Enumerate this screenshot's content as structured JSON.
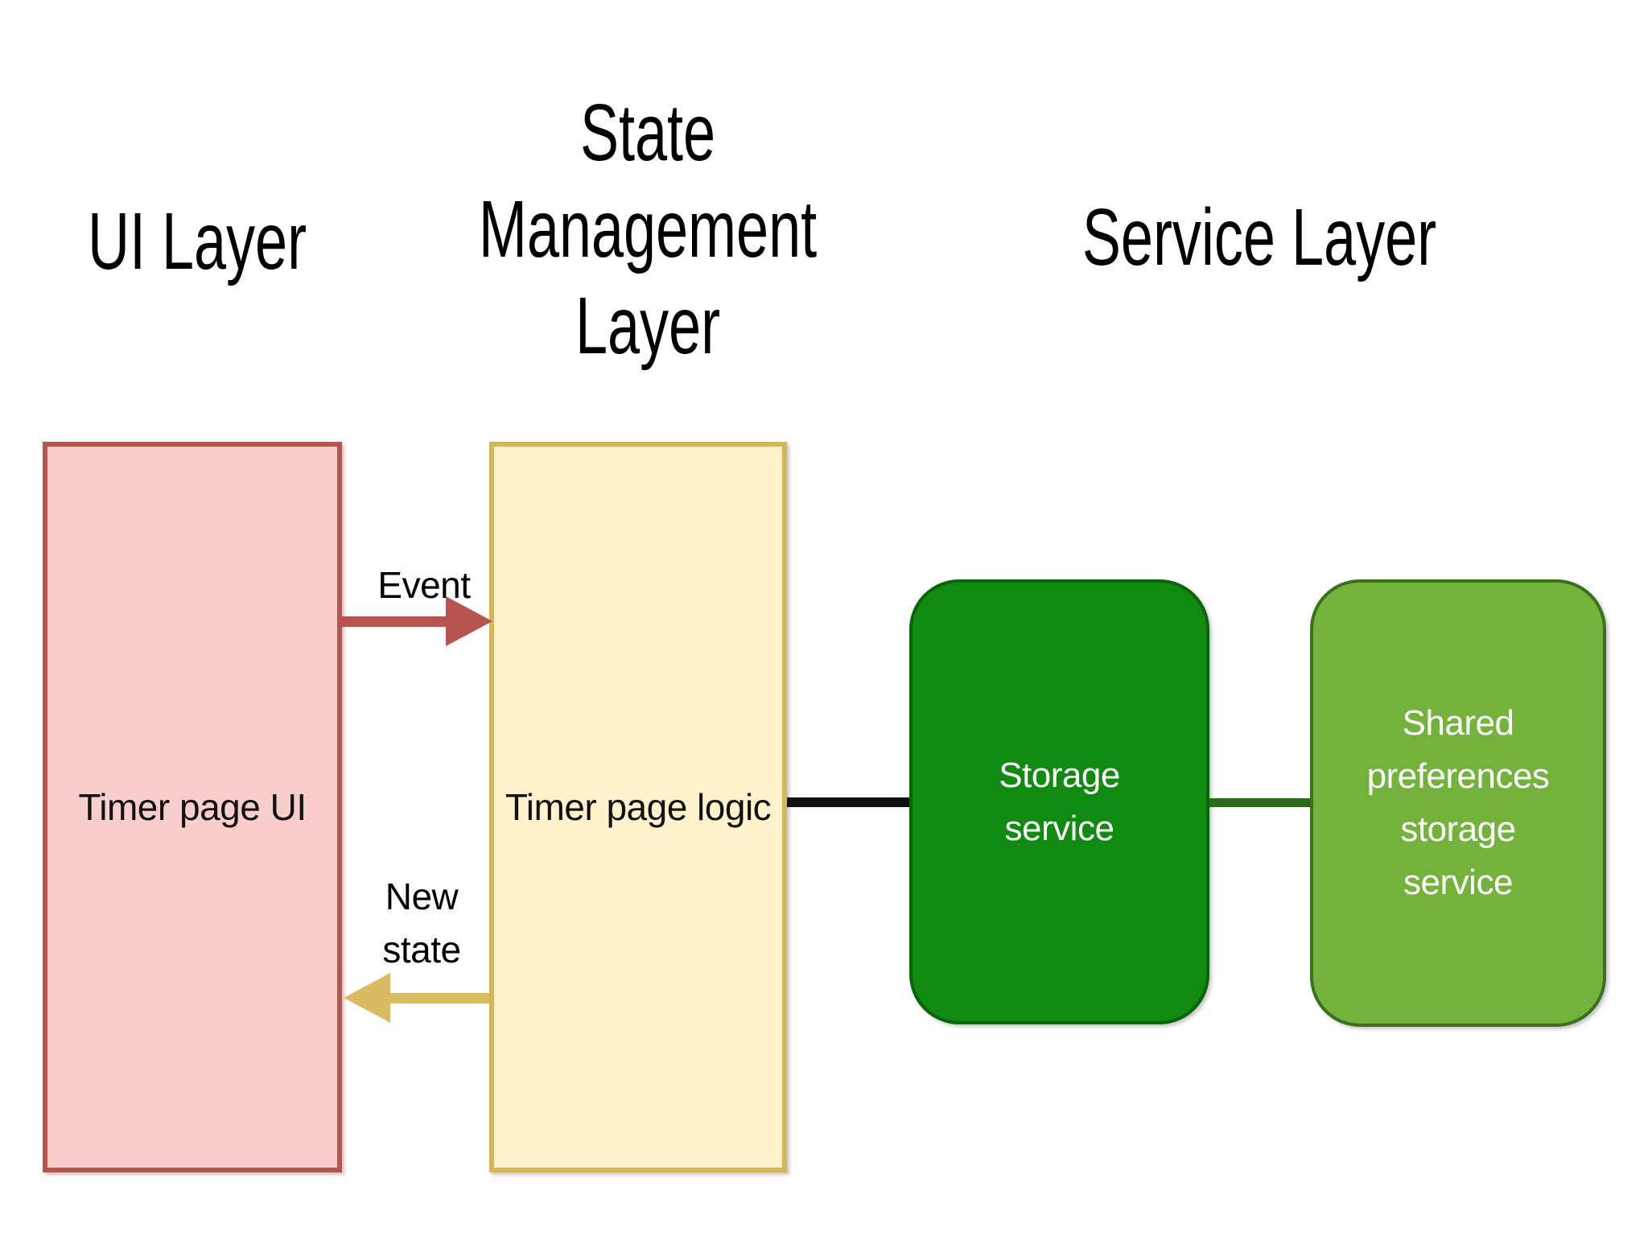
{
  "headers": {
    "ui_layer": "UI Layer",
    "state_management_layer_lines": [
      "State",
      "Management",
      "Layer"
    ],
    "service_layer": "Service Layer"
  },
  "nodes": {
    "timer_page_ui": {
      "label": "Timer page UI"
    },
    "timer_page_logic": {
      "label": "Timer page logic"
    },
    "storage_service": {
      "label_lines": [
        "Storage",
        "service"
      ]
    },
    "shared_preferences_storage_service": {
      "label_lines": [
        "Shared",
        "preferences",
        "storage",
        "service"
      ]
    }
  },
  "edges": {
    "event": {
      "label": "Event",
      "from": "Timer page UI",
      "to": "Timer page logic"
    },
    "new_state": {
      "label_lines": [
        "New",
        "state"
      ],
      "from": "Timer page logic",
      "to": "Timer page UI"
    },
    "logic_to_storage": {
      "label": "",
      "from": "Timer page logic",
      "to": "Storage service"
    },
    "storage_to_shared": {
      "label": "",
      "from": "Storage service",
      "to": "Shared preferences storage service"
    }
  },
  "colors": {
    "background": "#ffffff",
    "heading_text": "#000000",
    "ui_box_fill": "#f8cecc",
    "ui_box_stroke": "#b85450",
    "logic_box_fill": "#fff2cc",
    "logic_box_stroke": "#d6b656",
    "storage_box_fill": "#118a11",
    "storage_box_stroke": "#0a650a",
    "shared_box_fill": "#73b33c",
    "shared_box_stroke": "#3c701d",
    "event_arrow": "#b85450",
    "new_state_arrow": "#d9bb61",
    "logic_storage_line": "#111111",
    "storage_shared_line": "#2c6a1c",
    "box_label_dark": "#111111",
    "box_label_light": "#ffffff"
  }
}
